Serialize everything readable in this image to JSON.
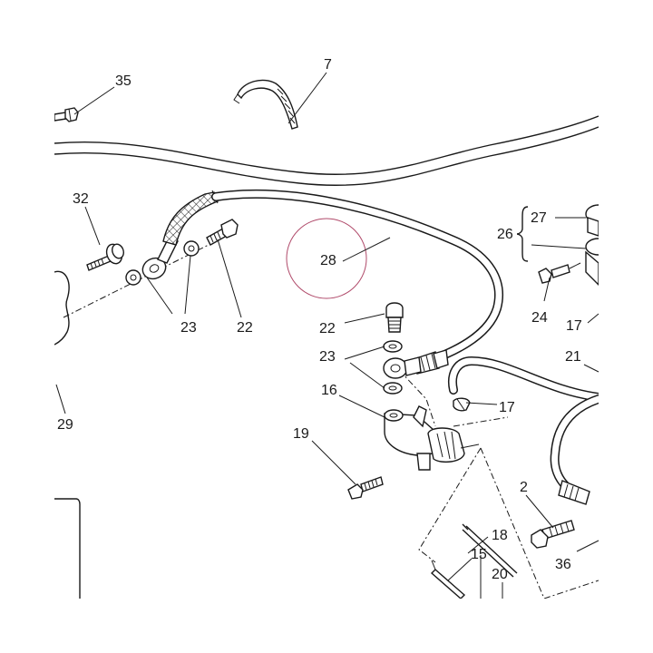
{
  "diagram": {
    "highlight_color": "#b04a6a",
    "line_color": "#1a1a1a",
    "callouts": {
      "c35": "35",
      "c7": "7",
      "c32": "32",
      "c23a": "23",
      "c22a": "22",
      "c28": "28",
      "c27": "27",
      "c26": "26",
      "c24": "24",
      "c17a": "17",
      "c22b": "22",
      "c23b": "23",
      "c21": "21",
      "c16": "16",
      "c17b": "17",
      "c29": "29",
      "c19": "19",
      "c2": "2",
      "c18": "18",
      "c15": "15",
      "c20": "20",
      "c36": "36"
    }
  }
}
